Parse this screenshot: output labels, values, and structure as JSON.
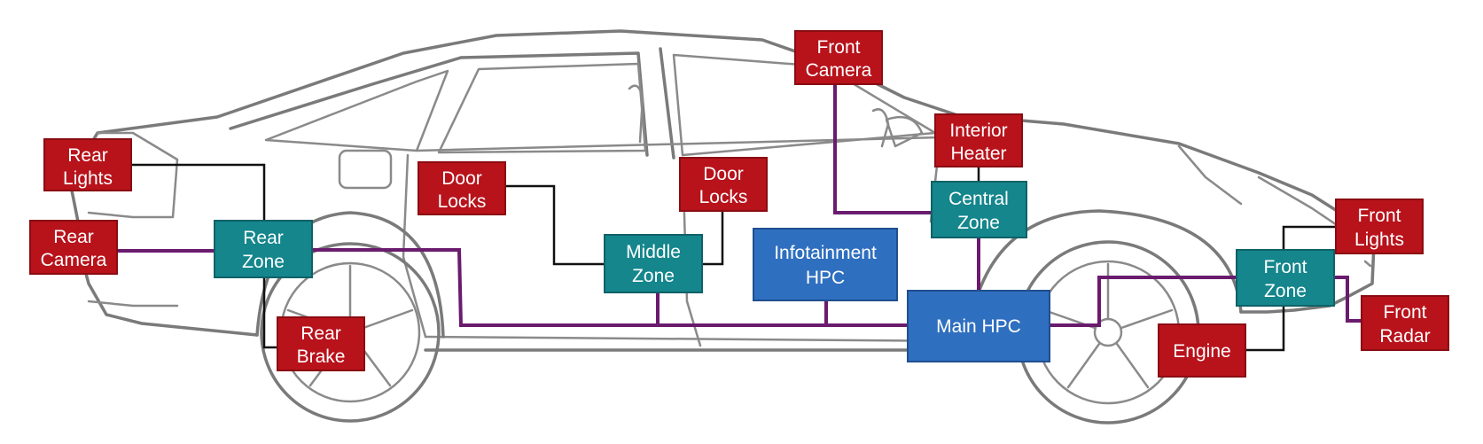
{
  "colors": {
    "sensor": "#b8121b",
    "zone": "#14868c",
    "hpc": "#2f6fbf",
    "ethernet_wire": "#6a1b6e",
    "control_wire": "#111111",
    "car_outline": "#7a7a7a"
  },
  "nodes": {
    "rear_lights": [
      "Rear",
      "Lights"
    ],
    "rear_camera": [
      "Rear",
      "Camera"
    ],
    "rear_zone": [
      "Rear",
      "Zone"
    ],
    "rear_brake": [
      "Rear",
      "Brake"
    ],
    "door_locks_left": [
      "Door",
      "Locks"
    ],
    "door_locks_right": [
      "Door",
      "Locks"
    ],
    "middle_zone": [
      "Middle",
      "Zone"
    ],
    "infotainment_hpc": [
      "Infotainment",
      "HPC"
    ],
    "front_camera": [
      "Front",
      "Camera"
    ],
    "interior_heater": [
      "Interior",
      "Heater"
    ],
    "central_zone": [
      "Central",
      "Zone"
    ],
    "main_hpc": [
      "Main HPC"
    ],
    "engine": [
      "Engine"
    ],
    "front_zone": [
      "Front",
      "Zone"
    ],
    "front_lights": [
      "Front",
      "Lights"
    ],
    "front_radar": [
      "Front",
      "Radar"
    ]
  }
}
